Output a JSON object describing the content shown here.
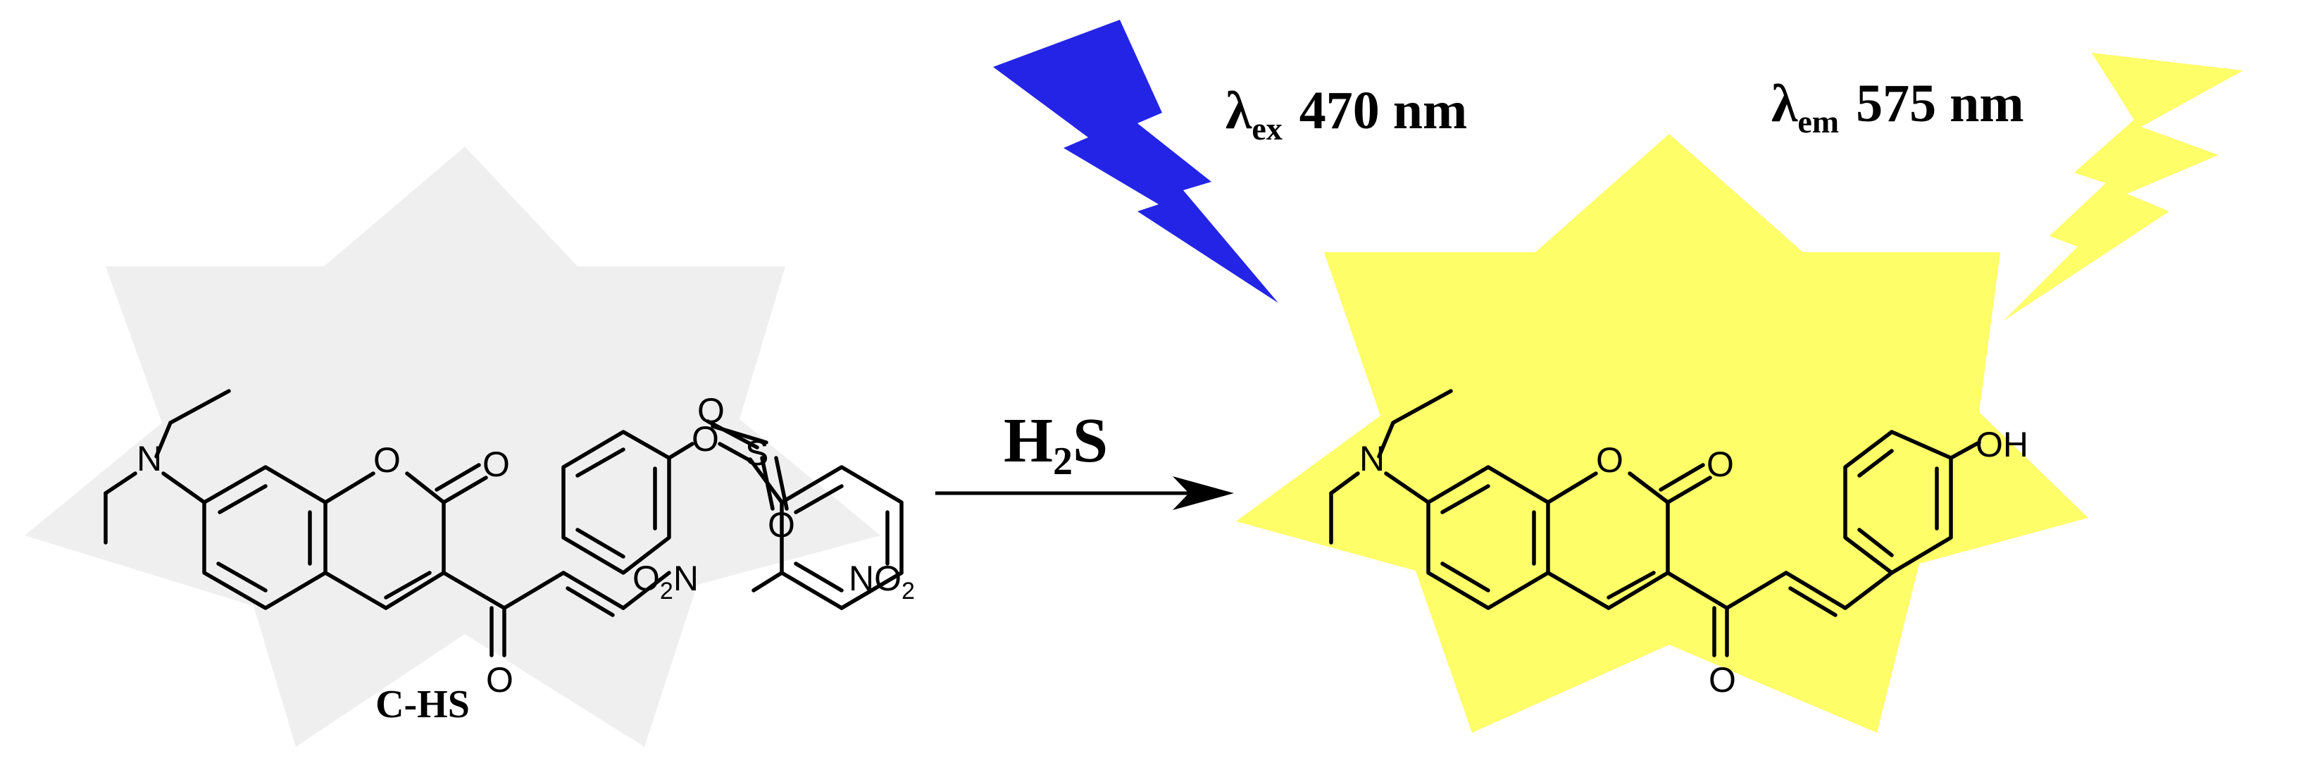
{
  "reactant": {
    "name": "C-HS",
    "star_color": "#f0eff0"
  },
  "product": {
    "star_color": "#fefe68"
  },
  "reaction": {
    "reagent_main": "H",
    "reagent_sub": "2",
    "reagent_tail": "S"
  },
  "excitation": {
    "symbol": "λ",
    "sub": "ex",
    "value": "470 nm",
    "color": "#2424e6"
  },
  "emission": {
    "symbol": "λ",
    "sub": "em",
    "value": "575 nm",
    "color": "#fefe68"
  },
  "atoms": {
    "N": "N",
    "O": "O",
    "S": "S",
    "OH": "OH",
    "NO": "NO",
    "two": "2"
  }
}
